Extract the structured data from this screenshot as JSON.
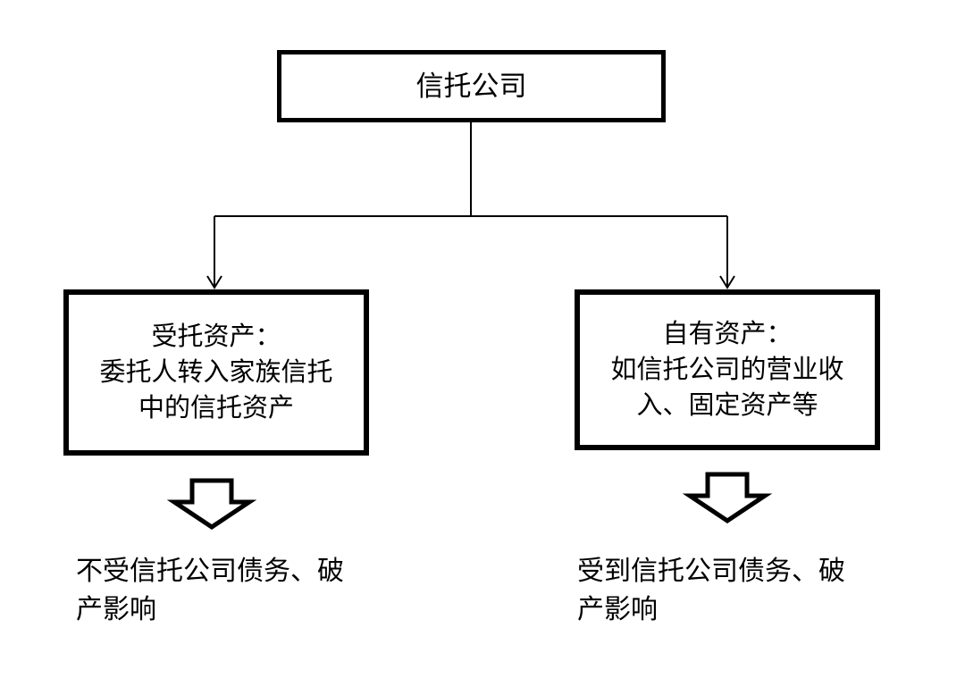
{
  "colors": {
    "ink": "#000000",
    "background": "#ffffff"
  },
  "diagram": {
    "root": {
      "label": "信托公司"
    },
    "left_box": {
      "lines": [
        "受托资产：",
        "委托人转入家族信托",
        "中的信托资产"
      ]
    },
    "right_box": {
      "lines": [
        "自有资产：",
        "如信托公司的营业收",
        "入、固定资产等"
      ]
    },
    "left_note": {
      "lines": [
        "不受信托公司债务、破",
        "产影响"
      ]
    },
    "right_note": {
      "lines": [
        "受到信托公司债务、破",
        "产影响"
      ]
    },
    "icons": {
      "left_arrow": "down-block-arrow",
      "right_arrow": "down-block-arrow",
      "tree_arrowheads": "open-v-arrowhead"
    }
  }
}
